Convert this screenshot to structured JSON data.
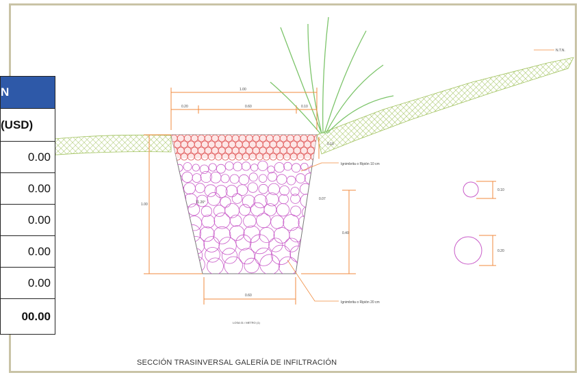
{
  "table": {
    "header_fragment": "N",
    "column_header_fragment": "(USD)",
    "rows": [
      "0.00",
      "0.00",
      "0.00",
      "0.00",
      "0.00"
    ],
    "total": "00.00"
  },
  "drawing": {
    "caption": "SECCIÓN TRASINVERSAL GALERÍA DE INFILTRACIÓN",
    "scale_note": "LOSA 01 / METRO (1)",
    "natural_ground_label": "N.T.N.",
    "top_width": "1.00",
    "top_left": "0.20",
    "top_mid": "0.60",
    "top_right": "0.10",
    "left_height": "1.00",
    "angle": "11.26°",
    "right_top": "0.10",
    "right_mid": "0.07",
    "right_lower": "0.40",
    "bottom_width": "0.60",
    "small_gravel_note": "Ignimbrita o Ripión 10 cm",
    "large_gravel_note": "Ignimbrita o Ripión 20 cm",
    "small_circle_dim": "0.10",
    "large_circle_dim": "0.20"
  },
  "colors": {
    "header_bg": "#2e59a8",
    "ground_hatch": "#9fc15a",
    "fine_gravel": "#e05a5a",
    "coarse_gravel": "#c85ac8",
    "dimension": "#f08a3c",
    "plant": "#7cc46a",
    "frame": "#c9c3a6"
  }
}
